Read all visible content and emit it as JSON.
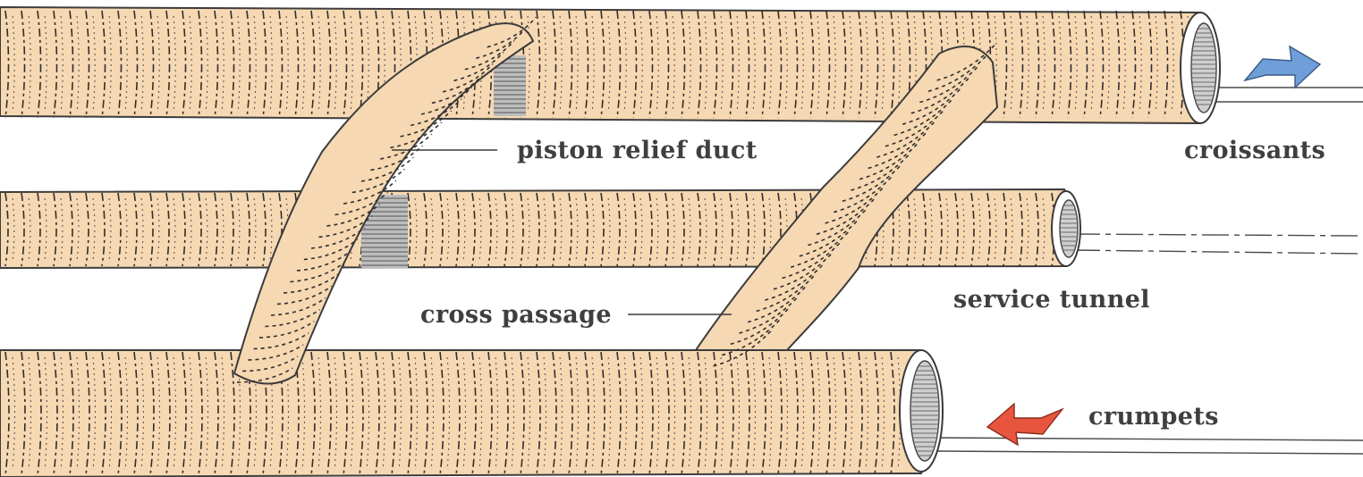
{
  "labels": {
    "piston_relief_duct": "piston relief duct",
    "croissants": "croissants",
    "service_tunnel": "service tunnel",
    "cross_passage": "cross passage",
    "crumpets": "crumpets"
  },
  "colors": {
    "tube_fill": "#f6d8b2",
    "ink": "#3c3c3c",
    "arrow_out": "#6f9fd8",
    "arrow_in": "#e8553f",
    "label_text": "#3f3f3f"
  },
  "icons": {
    "croissants_direction": "arrow-right-icon",
    "crumpets_direction": "arrow-left-icon"
  }
}
